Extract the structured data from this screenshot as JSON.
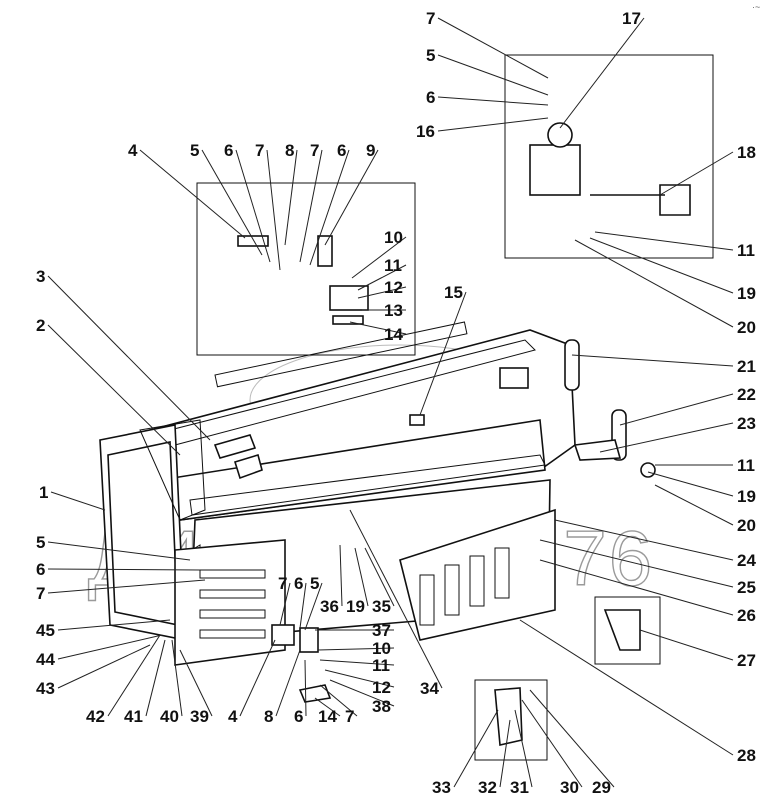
{
  "watermark": "ДИНАМИКА 76",
  "corner_mark": "·~",
  "callouts": [
    "7",
    "17",
    "5",
    "6",
    "16",
    "18",
    "11",
    "19",
    "20",
    "21",
    "22",
    "23",
    "11",
    "19",
    "20",
    "24",
    "25",
    "26",
    "27",
    "28",
    "4",
    "5",
    "6",
    "7",
    "8",
    "7",
    "6",
    "9",
    "10",
    "11",
    "12",
    "13",
    "14",
    "3",
    "2",
    "15",
    "1",
    "5",
    "6",
    "7",
    "45",
    "44",
    "43",
    "42",
    "41",
    "40",
    "39",
    "4",
    "8",
    "6",
    "14",
    "7",
    "38",
    "12",
    "11",
    "10",
    "37",
    "7",
    "6",
    "5",
    "36",
    "19",
    "35",
    "34",
    "33",
    "32",
    "31",
    "30",
    "29"
  ]
}
